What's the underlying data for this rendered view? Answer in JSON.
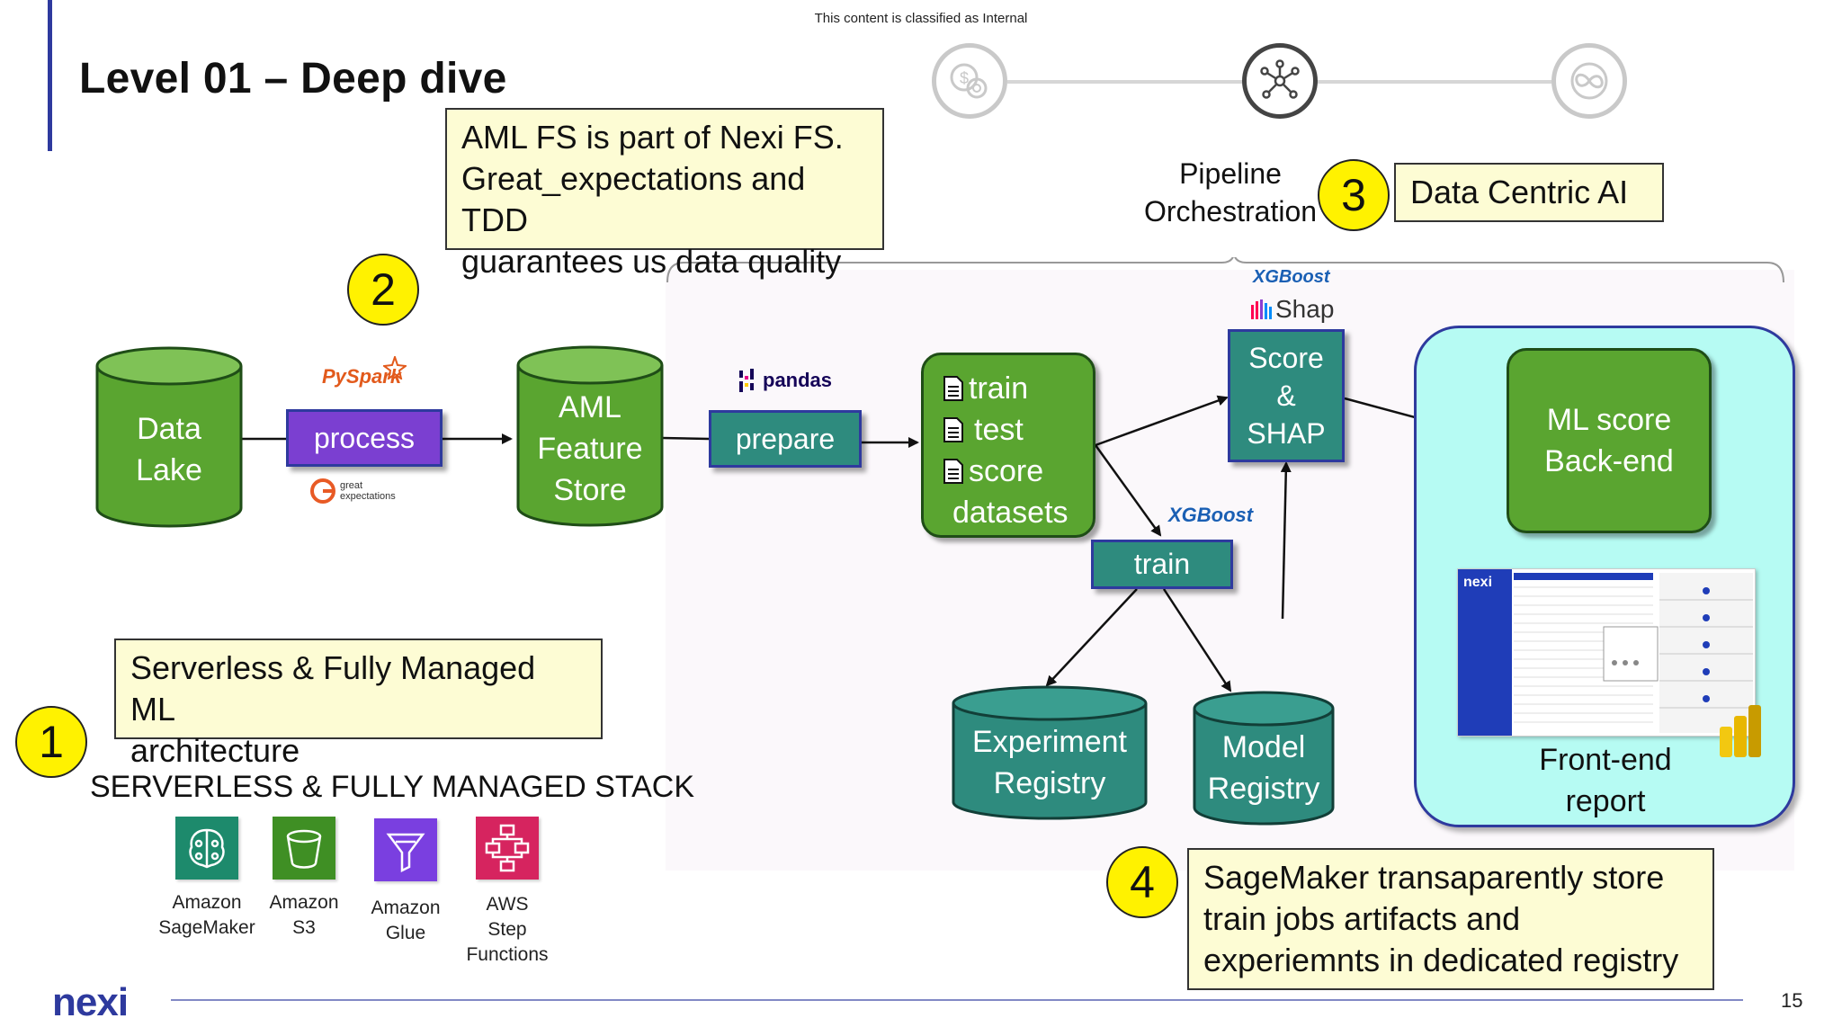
{
  "header": {
    "classification": "This content is classified as Internal",
    "title": "Level 01 – Deep dive"
  },
  "stages": [
    {
      "icon": "money-coins-icon",
      "active": false
    },
    {
      "icon": "network-hub-icon",
      "active": true
    },
    {
      "icon": "infinity-loop-icon",
      "active": false
    }
  ],
  "notes": {
    "aml_fs": [
      "AML FS is part of Nexi FS.",
      "Great_expectations and TDD",
      "guarantees us data quality"
    ],
    "serverless": [
      "Serverless & Fully Managed ML",
      "architecture"
    ],
    "data_centric": "Data Centric AI",
    "sagemaker": [
      "SageMaker transaparently store",
      "train jobs artifacts and",
      "experiemnts in dedicated registry"
    ]
  },
  "numbers": {
    "one": "1",
    "two": "2",
    "three": "3",
    "four": "4"
  },
  "pipeline_label": [
    "Pipeline",
    "Orchestration"
  ],
  "nodes": {
    "data_lake": [
      "Data",
      "Lake"
    ],
    "process": "process",
    "feature_store": [
      "AML",
      "Feature",
      "Store"
    ],
    "prepare": "prepare",
    "datasets": [
      "train",
      "test",
      "score",
      "datasets"
    ],
    "score_shap": [
      "Score",
      "&",
      "SHAP"
    ],
    "train": "train",
    "experiment_registry": [
      "Experiment",
      "Registry"
    ],
    "model_registry": [
      "Model",
      "Registry"
    ],
    "ml_backend": [
      "ML score",
      "Back-end"
    ],
    "front_end": [
      "Front-end",
      "report"
    ]
  },
  "logos": {
    "pyspark": "PySpark",
    "great_expectations": [
      "great",
      "expectations"
    ],
    "pandas": "pandas",
    "xgboost": "XGBoost",
    "shap": "Shap",
    "nexi": "nexi"
  },
  "stack": {
    "title": "SERVERLESS & FULLY MANAGED STACK",
    "services": [
      {
        "label": [
          "Amazon",
          "SageMaker"
        ],
        "color": "#1d8a6c",
        "icon": "sagemaker-brain-icon"
      },
      {
        "label": [
          "Amazon",
          "S3"
        ],
        "color": "#3f8f24",
        "icon": "s3-bucket-icon"
      },
      {
        "label": [
          "Amazon",
          "Glue"
        ],
        "color": "#7a3fe0",
        "icon": "glue-funnel-icon"
      },
      {
        "label": [
          "AWS",
          "Step",
          "Functions"
        ],
        "color": "#d6245f",
        "icon": "step-functions-icon"
      }
    ]
  },
  "footer": {
    "page_number": "15",
    "brand": "nexi"
  },
  "colors": {
    "green": "#5aa530",
    "teal": "#2e8b7e",
    "purple": "#7b3fd1",
    "note_bg": "#fdfcd4",
    "highlight_bg": "#b6fbf3",
    "accent_blue": "#2e3a9e",
    "yellow": "#fff200"
  }
}
